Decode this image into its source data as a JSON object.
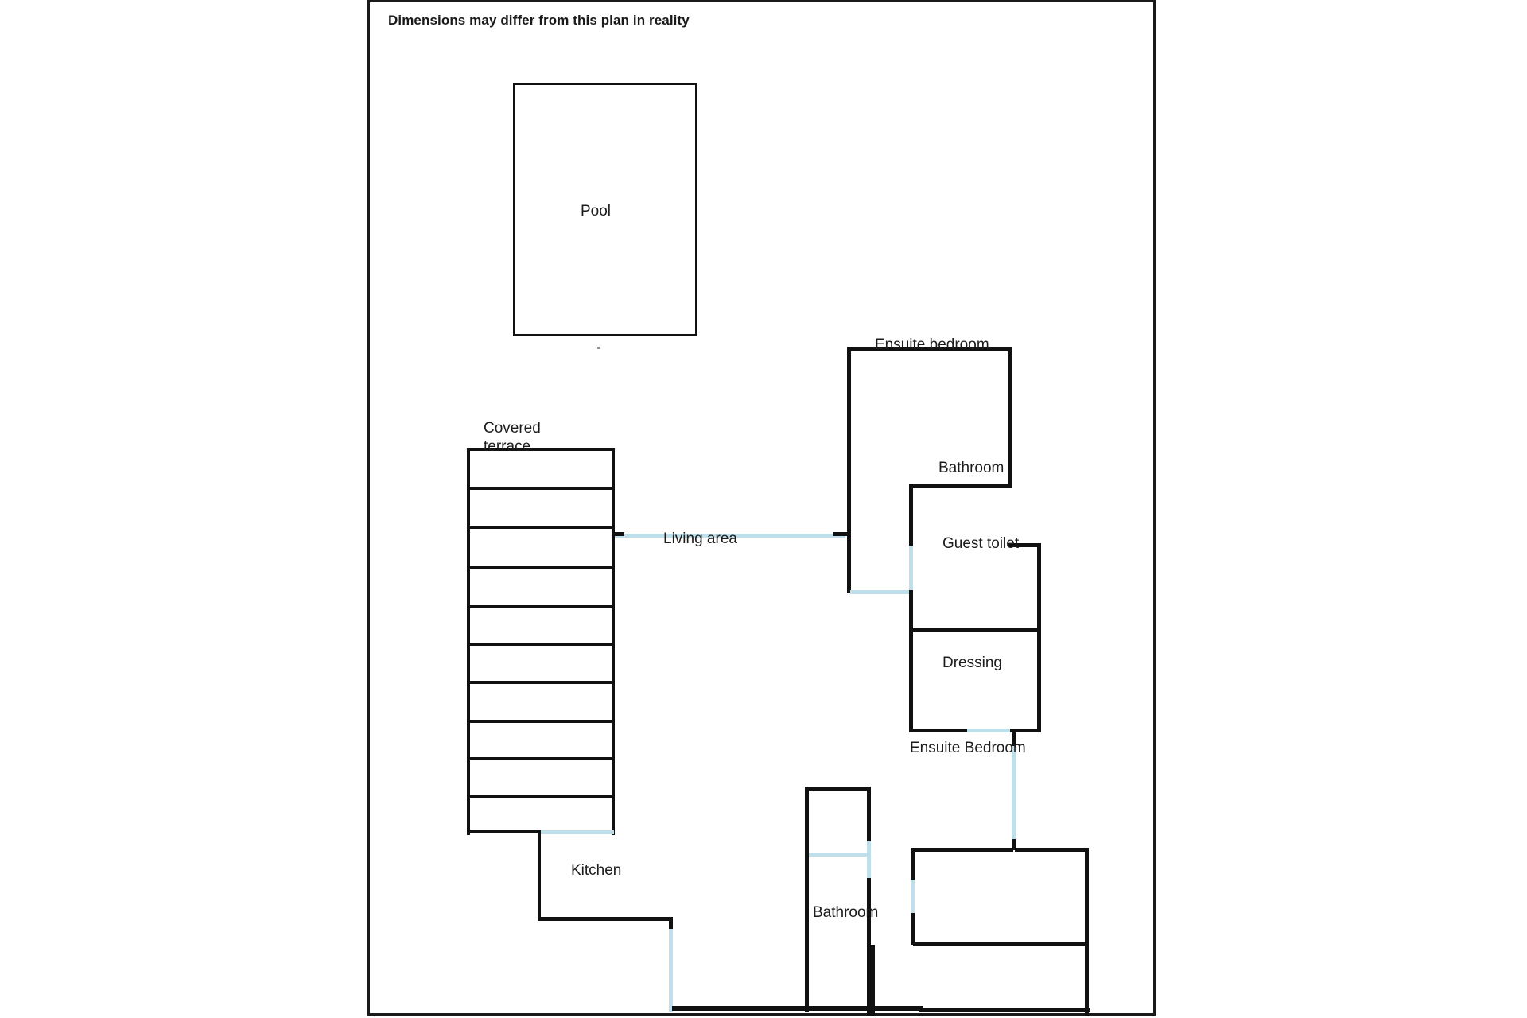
{
  "document": {
    "disclaimer": "Dimensions may differ from this plan in reality",
    "sheet_border_color": "#1a1a1a",
    "background_color": "#ffffff"
  },
  "plan": {
    "wall_color": "#111111",
    "door_color": "#bfdfeb",
    "label_color": "#1c1c1c",
    "rooms": [
      {
        "id": "pool",
        "label": "Pool"
      },
      {
        "id": "covered-terrace",
        "label_line1": "Covered",
        "label_line2": "terrace"
      },
      {
        "id": "living-area",
        "label": "Living area"
      },
      {
        "id": "kitchen",
        "label": "Kitchen"
      },
      {
        "id": "ensuite-bedroom-upper",
        "label": "Ensuite bedroom"
      },
      {
        "id": "bathroom-upper",
        "label": "Bathroom"
      },
      {
        "id": "guest-toilet",
        "label": "Guest toilet"
      },
      {
        "id": "dressing",
        "label": "Dressing"
      },
      {
        "id": "ensuite-bedroom-lower",
        "label": "Ensuite Bedroom"
      },
      {
        "id": "bathroom-lower",
        "label": "Bathroom"
      }
    ],
    "labels": {
      "pool": "Pool",
      "covered_terrace_line1": "Covered",
      "covered_terrace_line2": "terrace",
      "living_area": "Living area",
      "kitchen": "Kitchen",
      "ensuite_bedroom_upper": "Ensuite bedroom",
      "bathroom_upper": "Bathroom",
      "guest_toilet": "Guest toilet",
      "dressing": "Dressing",
      "ensuite_bedroom_lower": "Ensuite Bedroom",
      "bathroom_lower": "Bathroom"
    }
  }
}
